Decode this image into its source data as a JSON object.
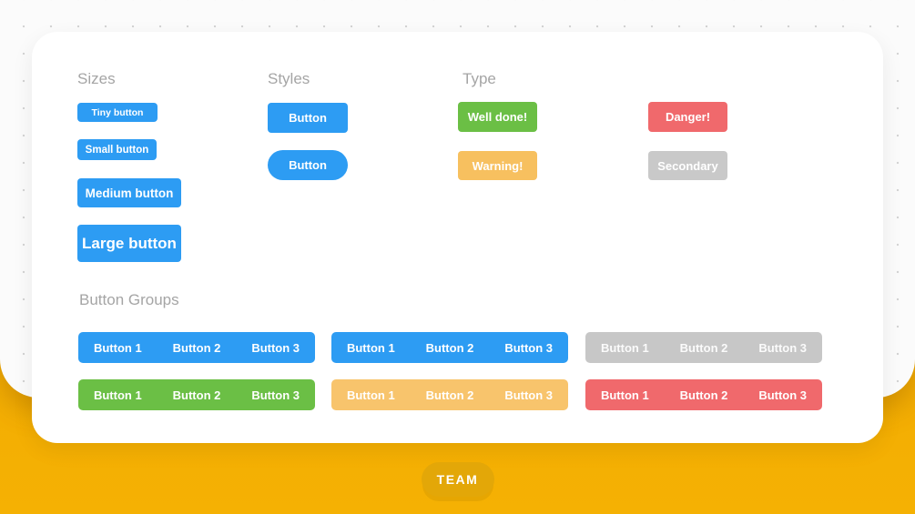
{
  "colors": {
    "primary_blue": "#2d9cf3",
    "success_green": "#6bbf45",
    "danger_red": "#f0696c",
    "warning_amber": "#f7c05f",
    "secondary_gray": "#c9c9c9",
    "group_amber": "#f8c46c",
    "page_orange": "#f2a702",
    "team_button_amber": "#e3a708",
    "card_white": "#ffffff",
    "heading_gray": "#a5a5a5"
  },
  "sections": {
    "sizes": {
      "title": "Sizes",
      "buttons": [
        {
          "label": "Tiny button"
        },
        {
          "label": "Small button"
        },
        {
          "label": "Medium button"
        },
        {
          "label": "Large button"
        }
      ]
    },
    "styles": {
      "title": "Styles",
      "buttons": [
        {
          "label": "Button",
          "shape": "square"
        },
        {
          "label": "Button",
          "shape": "pill"
        }
      ]
    },
    "type": {
      "title": "Type",
      "buttons": [
        {
          "label": "Well done!",
          "variant": "success"
        },
        {
          "label": "Danger!",
          "variant": "danger"
        },
        {
          "label": "Warning!",
          "variant": "warning"
        },
        {
          "label": "Secondary",
          "variant": "secondary"
        }
      ]
    },
    "button_groups": {
      "title": "Button Groups",
      "rows": [
        {
          "groups": [
            {
              "color": "blue",
              "segments": [
                "Button 1",
                "Button 2",
                "Button 3"
              ]
            },
            {
              "color": "blue",
              "segments": [
                "Button 1",
                "Button 2",
                "Button 3"
              ]
            },
            {
              "color": "gray",
              "segments": [
                "Button 1",
                "Button 2",
                "Button 3"
              ]
            }
          ]
        },
        {
          "groups": [
            {
              "color": "green",
              "segments": [
                "Button 1",
                "Button 2",
                "Button 3"
              ]
            },
            {
              "color": "amber",
              "segments": [
                "Button 1",
                "Button 2",
                "Button 3"
              ]
            },
            {
              "color": "red",
              "segments": [
                "Button 1",
                "Button 2",
                "Button 3"
              ]
            }
          ]
        }
      ]
    }
  },
  "footer": {
    "team_label": "TEAM"
  }
}
